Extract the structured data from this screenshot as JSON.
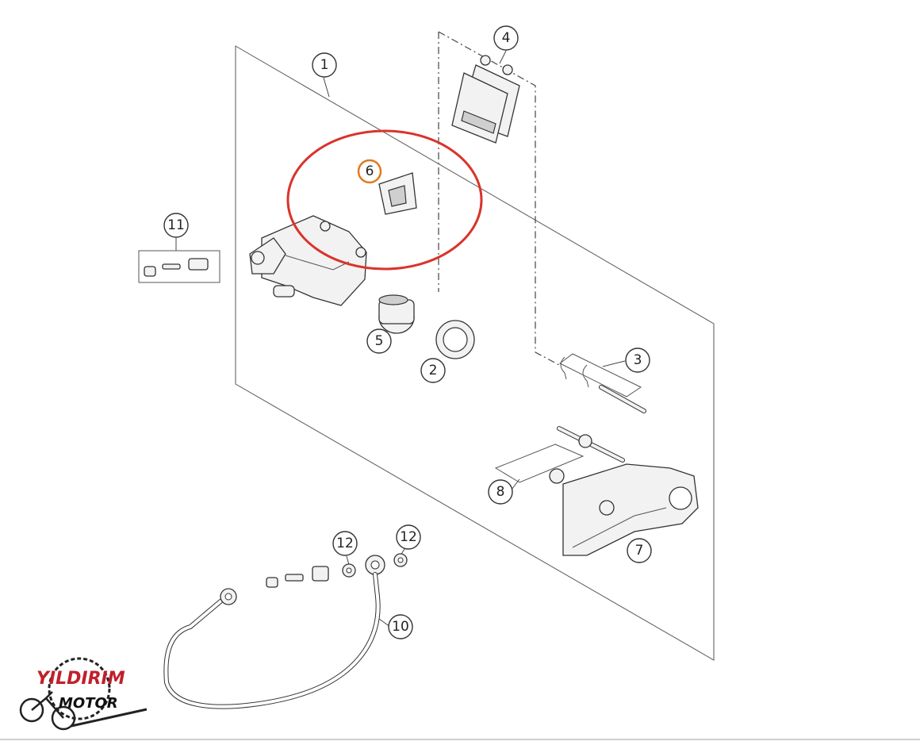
{
  "diagram": {
    "callouts": [
      "1",
      "2",
      "3",
      "4",
      "5",
      "6",
      "7",
      "8",
      "10",
      "11",
      "12",
      "12"
    ],
    "highlighted_callout": "6",
    "highlight_color": "#d9342b",
    "highlight_marker_color": "#e07a1f"
  },
  "logo": {
    "line1": "YILDIRIM",
    "line2": "MOTOR",
    "accent_color": "#c0202a"
  }
}
